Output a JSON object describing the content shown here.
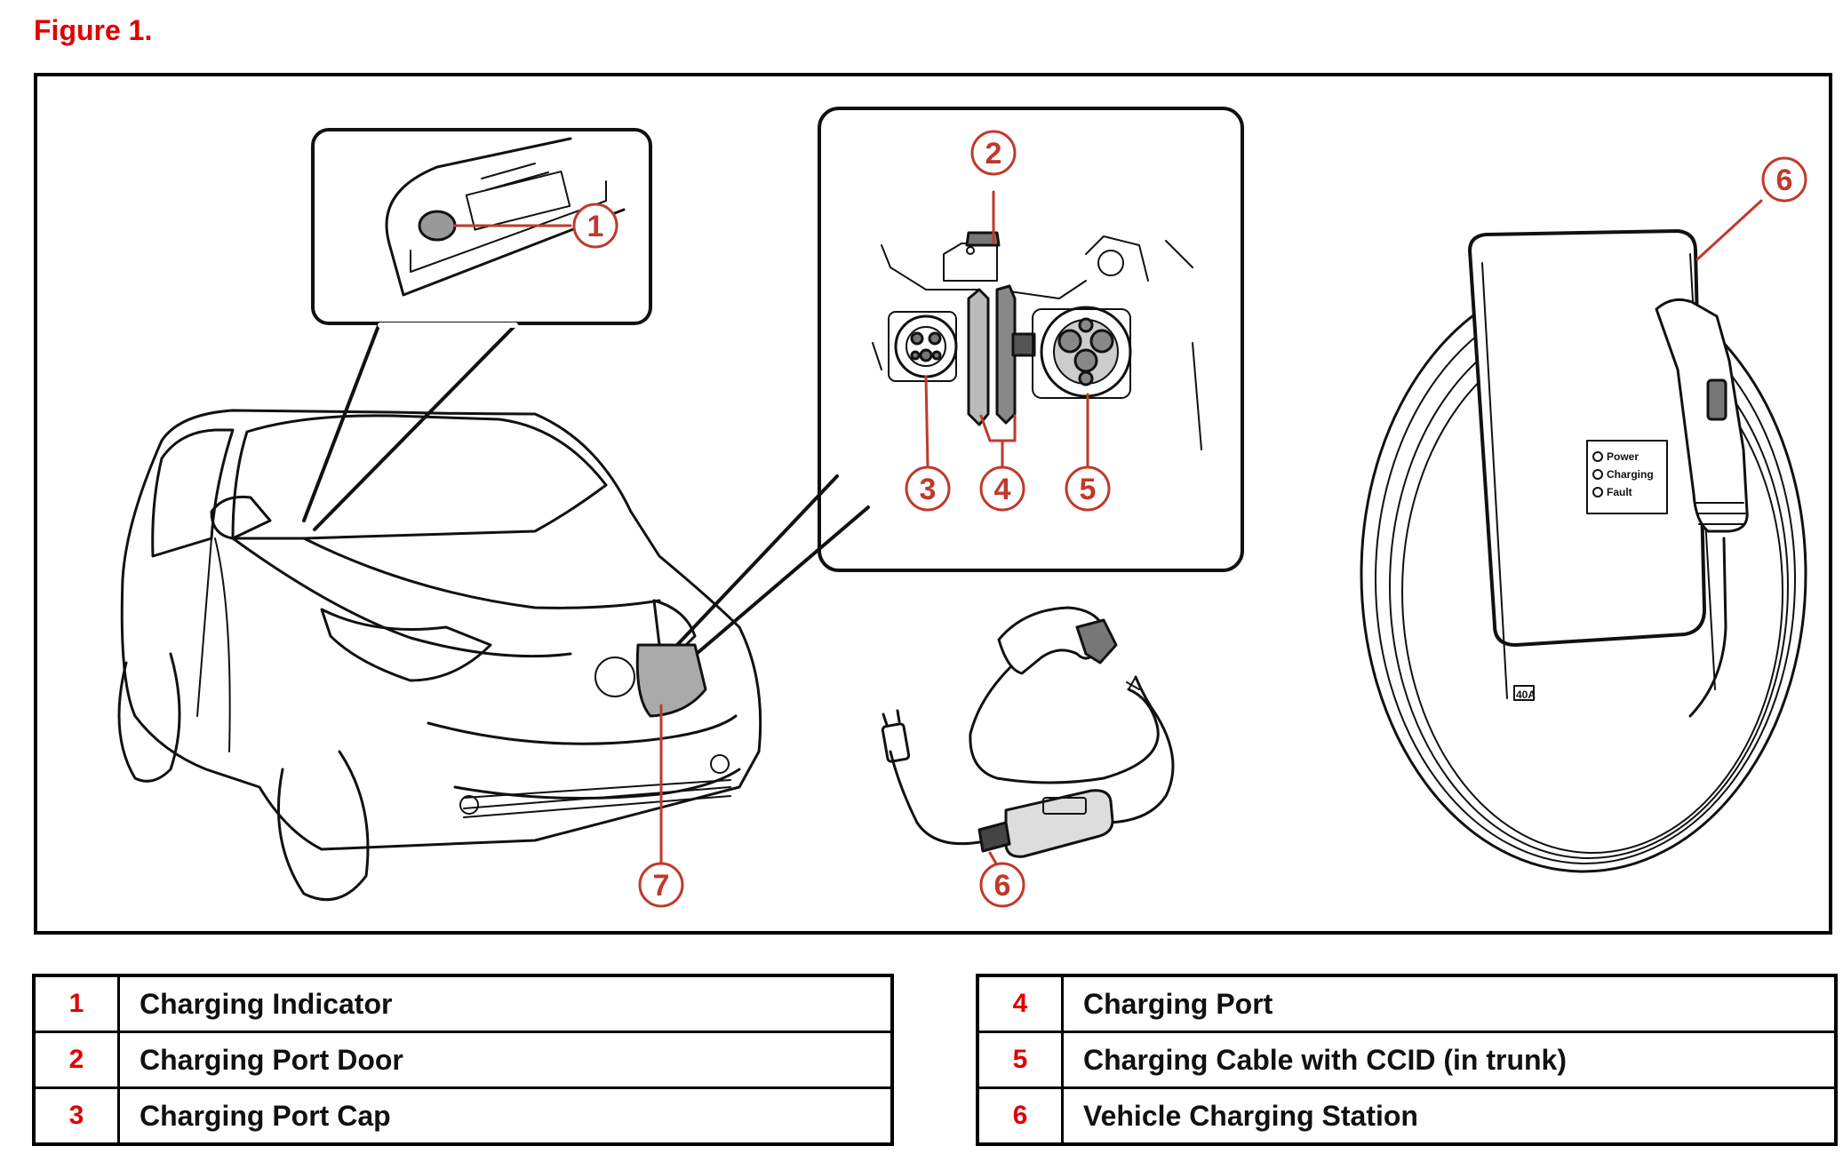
{
  "figure": {
    "title": "Figure 1."
  },
  "colors": {
    "accent_red": "#e00000",
    "callout_red": "#c0392b",
    "line": "#111111"
  },
  "callouts": [
    {
      "id": "c1",
      "label": "1"
    },
    {
      "id": "c2",
      "label": "2"
    },
    {
      "id": "c3",
      "label": "3"
    },
    {
      "id": "c4",
      "label": "4"
    },
    {
      "id": "c5",
      "label": "5"
    },
    {
      "id": "c6a",
      "label": "6"
    },
    {
      "id": "c7",
      "label": "7"
    },
    {
      "id": "c6b",
      "label": "6"
    }
  ],
  "device_labels": {
    "power": "Power",
    "charging": "Charging",
    "fault": "Fault",
    "amp_rating": "40A"
  },
  "legend_left": [
    {
      "num": "1",
      "label": "Charging Indicator"
    },
    {
      "num": "2",
      "label": "Charging Port Door"
    },
    {
      "num": "3",
      "label": "Charging Port Cap"
    }
  ],
  "legend_right": [
    {
      "num": "4",
      "label": "Charging Port"
    },
    {
      "num": "5",
      "label": "Charging Cable with CCID (in trunk)"
    },
    {
      "num": "6",
      "label": "Vehicle Charging Station"
    }
  ]
}
